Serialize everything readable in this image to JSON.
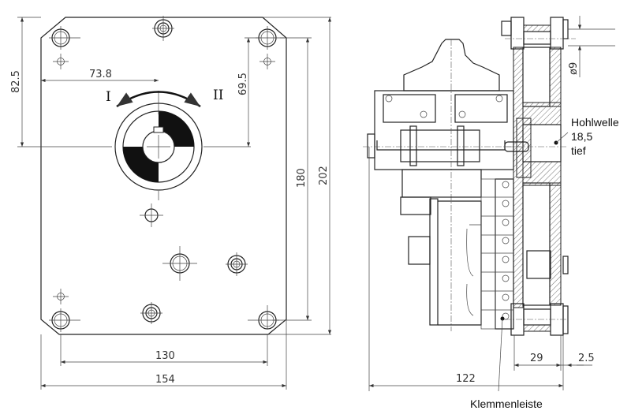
{
  "front_view": {
    "rotation_labels": {
      "ccw": "I",
      "cw": "II"
    },
    "dimensions": {
      "height_to_shaft": "82.5",
      "width_to_shaft": "73.8",
      "hole_to_shaft": "69.5",
      "hole_pitch_vertical": "180",
      "overall_height": "202",
      "hole_pitch_horizontal": "130",
      "overall_width": "154"
    }
  },
  "side_view": {
    "dimensions": {
      "overall_depth": "122",
      "plate_depth": "29",
      "shaft_offset": "2.5",
      "bore_diameter": "ø9"
    },
    "annotations": {
      "hollow_shaft_line1": "Hohlwelle",
      "hollow_shaft_line2": "18,5",
      "hollow_shaft_line3": "tief",
      "terminal_strip": "Klemmenleiste"
    }
  }
}
